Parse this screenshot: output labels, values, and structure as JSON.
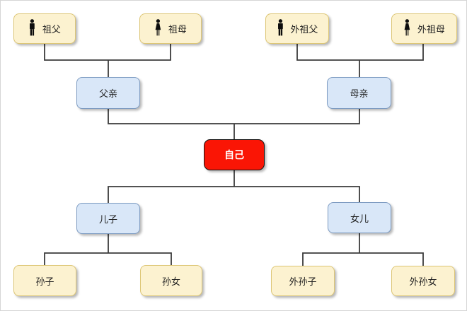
{
  "diagram_type": "family-tree",
  "colors": {
    "background": "#ffffff",
    "frame_border": "#d5d5d5",
    "ancestor_descendant_fill": "#fcf2d0",
    "ancestor_descendant_border": "#ddc675",
    "parent_child_fill": "#d9e7f8",
    "parent_child_border": "#7e9cc2",
    "self_fill": "#fa1505",
    "self_border": "#141414",
    "self_text": "#ffffff",
    "text": "#1f1f1f",
    "connector": "#3b3b3b"
  },
  "nodes": {
    "paternal_grandfather": {
      "label": "祖父",
      "icon": "male-icon"
    },
    "paternal_grandmother": {
      "label": "祖母",
      "icon": "female-icon"
    },
    "maternal_grandfather": {
      "label": "外祖父",
      "icon": "male-icon"
    },
    "maternal_grandmother": {
      "label": "外祖母",
      "icon": "female-icon"
    },
    "father": {
      "label": "父亲"
    },
    "mother": {
      "label": "母亲"
    },
    "self": {
      "label": "自己"
    },
    "son": {
      "label": "儿子"
    },
    "daughter": {
      "label": "女儿"
    },
    "grandson": {
      "label": "孙子"
    },
    "granddaughter": {
      "label": "孙女"
    },
    "daughters_son": {
      "label": "外孙子"
    },
    "daughters_daughter": {
      "label": "外孙女"
    }
  },
  "edges": [
    "paternal_grandfather+paternal_grandmother -> father",
    "maternal_grandfather+maternal_grandmother -> mother",
    "father+mother -> self",
    "self -> son+daughter",
    "son -> grandson+granddaughter",
    "daughter -> daughters_son+daughters_daughter"
  ]
}
